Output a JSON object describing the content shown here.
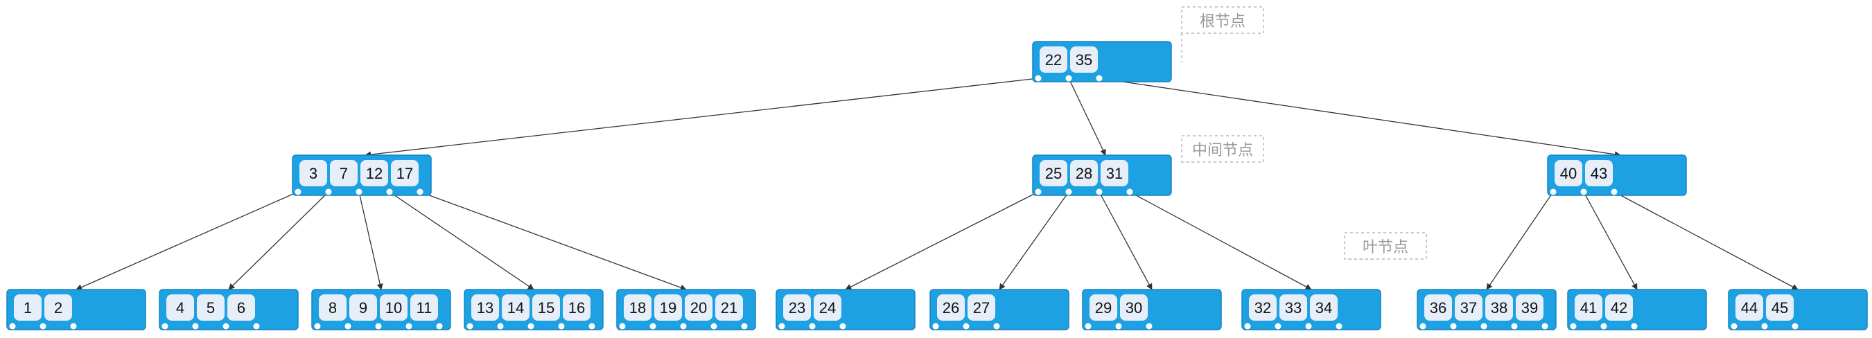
{
  "colors": {
    "node_fill": "#1ea1e2",
    "node_stroke": "#1384c2",
    "key_fill": "#e6eef9",
    "pointer_dot": "#ffffff",
    "edge": "#333333",
    "callout": "#b8b8b8",
    "callout_text": "#9a9a9a"
  },
  "root": {
    "keys": [
      "22",
      "35"
    ]
  },
  "internal": [
    {
      "keys": [
        "3",
        "7",
        "12",
        "17"
      ]
    },
    {
      "keys": [
        "25",
        "28",
        "31"
      ]
    },
    {
      "keys": [
        "40",
        "43"
      ]
    }
  ],
  "leaves": [
    {
      "keys": [
        "1",
        "2"
      ]
    },
    {
      "keys": [
        "4",
        "5",
        "6"
      ]
    },
    {
      "keys": [
        "8",
        "9",
        "10",
        "11"
      ]
    },
    {
      "keys": [
        "13",
        "14",
        "15",
        "16"
      ]
    },
    {
      "keys": [
        "18",
        "19",
        "20",
        "21"
      ]
    },
    {
      "keys": [
        "23",
        "24"
      ]
    },
    {
      "keys": [
        "26",
        "27"
      ]
    },
    {
      "keys": [
        "29",
        "30"
      ]
    },
    {
      "keys": [
        "32",
        "33",
        "34"
      ]
    },
    {
      "keys": [
        "36",
        "37",
        "38",
        "39"
      ]
    },
    {
      "keys": [
        "41",
        "42"
      ]
    },
    {
      "keys": [
        "44",
        "45"
      ]
    }
  ],
  "callouts": {
    "root": "根节点",
    "internal": "中间节点",
    "leaf": "叶节点"
  }
}
